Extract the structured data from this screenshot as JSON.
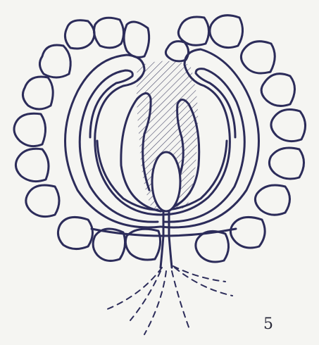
{
  "figure": {
    "number_label": "5",
    "colors": {
      "background": "#f5f5f2",
      "ink": "#2c2c5a",
      "hatch": "#4a4a6a"
    },
    "parts": [
      "outer-lobes",
      "left-curved-lobe",
      "right-curved-lobe",
      "hatched-center",
      "central-oval",
      "stalk",
      "root-lines"
    ]
  }
}
